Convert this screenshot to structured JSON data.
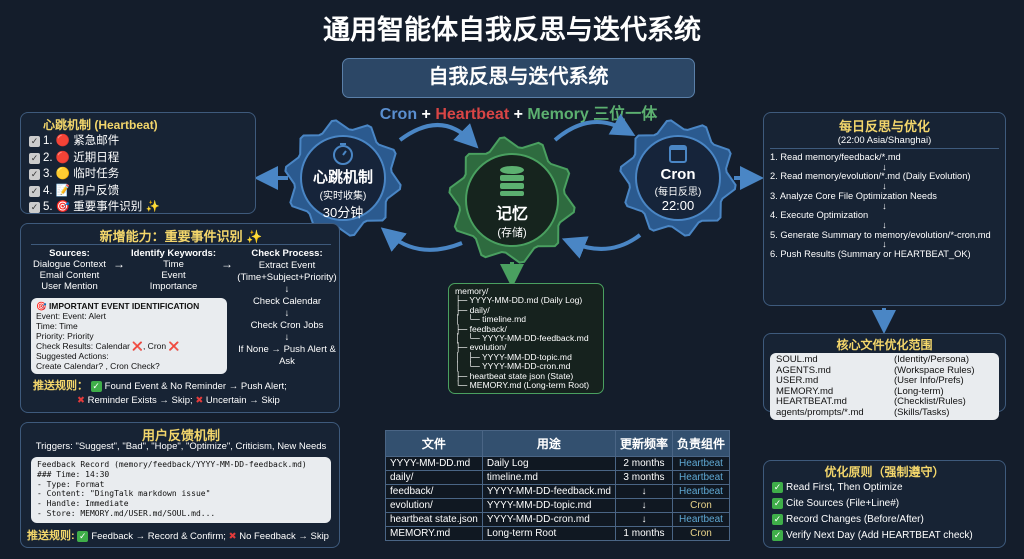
{
  "title": "通用智能体自我反思与迭代系统",
  "subtitle": "自我反思与迭代系统",
  "trinity": {
    "cron": "Cron",
    "plus1": "+",
    "heartbeat": "Heartbeat",
    "plus2": "+",
    "memory": "Memory",
    "tail": "三位一体"
  },
  "gears": {
    "heartbeat": {
      "title": "心跳机制",
      "sub": "(实时收集)",
      "interval": "30分钟"
    },
    "memory": {
      "title": "记忆",
      "sub": "(存储)"
    },
    "cron": {
      "title": "Cron",
      "sub": "(每日反思)",
      "time": "22:00"
    }
  },
  "heartbeat_panel": {
    "title": "心跳机制 (Heartbeat)",
    "items": [
      "1. 🔴 紧急邮件",
      "2. 🔴 近期日程",
      "3. 🟡 临时任务",
      "4. 📝 用户反馈",
      "5. 🎯 重要事件识别 ✨"
    ]
  },
  "capability": {
    "title": "新增能力：重要事件识别 ✨",
    "sources": {
      "label": "Sources:",
      "lines": [
        "Dialogue Context",
        "Email Content",
        "User Mention"
      ]
    },
    "keywords": {
      "label": "Identify Keywords:",
      "lines": [
        "Time",
        "Event",
        "Importance"
      ]
    },
    "process": {
      "label": "Check Process:",
      "steps": [
        "Extract Event",
        "(Time+Subject+Priority)",
        "↓",
        "Check Calendar",
        "↓",
        "Check Cron Jobs",
        "↓",
        "If None → Push Alert & Ask"
      ]
    },
    "card": {
      "title": "🎯 IMPORTANT EVENT IDENTIFICATION",
      "lines": [
        "Event: Event: Alert",
        "Time: Time",
        "Priority: Priority",
        "Check Results: Calendar ❌, Cron ❌",
        "Suggested Actions:",
        "Create Calendar? , Cron Check?"
      ]
    },
    "rule_label": "推送规则：",
    "rule1": "Found Event & No Reminder → Push Alert;",
    "rule2": "Reminder Exists → Skip;",
    "rule3": "Uncertain → Skip"
  },
  "feedback": {
    "title": "用户反馈机制",
    "triggers": "Triggers: \"Suggest\", \"Bad\", \"Hope\", \"Optimize\", Criticism, New Needs",
    "record": [
      "Feedback Record (memory/feedback/YYYY-MM-DD-feedback.md)",
      "### Time: 14:30",
      "- Type: Format",
      "- Content: \"DingTalk markdown issue\"",
      "- Handle: Immediate",
      "- Store: MEMORY.md/USER.md/SOUL.md..."
    ],
    "rule_label": "推送规则:",
    "rule1": "Feedback → Record & Confirm;",
    "rule2": "No Feedback → Skip"
  },
  "tree": [
    "memory/",
    "├─ YYYY-MM-DD.md (Daily Log)",
    "├─ daily/",
    "│   └─ timeline.md",
    "├─ feedback/",
    "│   └─ YYYY-MM-DD-feedback.md",
    "├─ evolution/",
    "│   ├─ YYYY-MM-DD-topic.md",
    "│   └─ YYYY-MM-DD-cron.md",
    "├─ heartbeat state json (State)",
    "└─ MEMORY.md (Long-term Root)"
  ],
  "table": {
    "headers": [
      "文件",
      "用途",
      "更新频率",
      "负责组件"
    ],
    "rows": [
      [
        "YYYY-MM-DD.md",
        "Daily Log",
        "2 months",
        "Heartbeat"
      ],
      [
        "daily/",
        "timeline.md",
        "3 months",
        "Heartbeat"
      ],
      [
        "feedback/",
        "YYYY-MM-DD-feedback.md",
        "↓",
        "Heartbeat"
      ],
      [
        "evolution/",
        "YYYY-MM-DD-topic.md",
        "↓",
        "Cron"
      ],
      [
        "heartbeat state.json",
        "YYYY-MM-DD-cron.md",
        "↓",
        "Heartbeat"
      ],
      [
        "MEMORY.md",
        "Long-term Root",
        "1 months",
        "Cron"
      ]
    ]
  },
  "daily": {
    "title": "每日反思与优化",
    "tz": "(22:00 Asia/Shanghai)",
    "steps": [
      "1. Read memory/feedback/*.md",
      "↓",
      "2. Read memory/evolution/*.md (Daily Evolution)",
      "↓",
      "3. Analyze Core File Optimization Needs",
      "↓",
      "4. Execute Optimization",
      "↓",
      "5. Generate Summary to memory/evolution/*-cron.md",
      "↓",
      "6. Push Results (Summary or HEARTBEAT_OK)"
    ]
  },
  "core": {
    "title": "核心文件优化范围",
    "rows": [
      [
        "SOUL.md",
        "(Identity/Persona)"
      ],
      [
        "AGENTS.md",
        "(Workspace Rules)"
      ],
      [
        "USER.md",
        "(User Info/Prefs)"
      ],
      [
        "MEMORY.md",
        "(Long-term)"
      ],
      [
        "HEARTBEAT.md",
        "(Checklist/Rules)"
      ],
      [
        "agents/prompts/*.md",
        "(Skills/Tasks)"
      ]
    ]
  },
  "principles": {
    "title": "优化原则（强制遵守）",
    "items": [
      "Read First, Then Optimize",
      "Cite Sources (File+Line#)",
      "Record Changes (Before/After)",
      "Verify Next Day (Add HEARTBEAT check)"
    ]
  },
  "colors": {
    "bg": "#141d2b",
    "blue": "#4a86c5",
    "green": "#3f9a5a",
    "red": "#d84545",
    "yellow": "#f3d66b"
  }
}
